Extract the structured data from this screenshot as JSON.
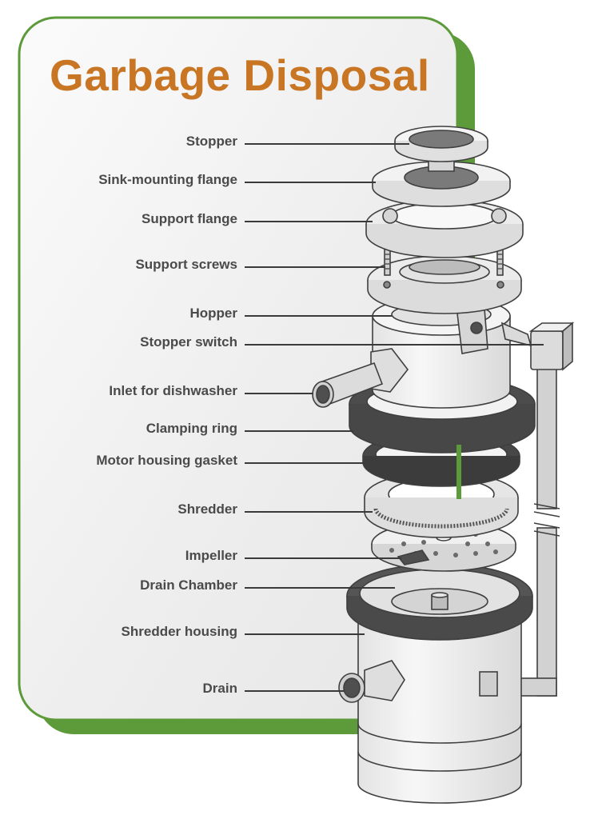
{
  "title": "Garbage Disposal",
  "labels": {
    "stopper": "Stopper",
    "sink_mounting_flange": "Sink-mounting flange",
    "support_flange": "Support flange",
    "support_screws": "Support screws",
    "hopper": "Hopper",
    "stopper_switch": "Stopper switch",
    "inlet_for_dishwasher": "Inlet for dishwasher",
    "clamping_ring": "Clamping ring",
    "motor_housing_gasket": "Motor housing gasket",
    "shredder": "Shredder",
    "impeller": "Impeller",
    "drain_chamber": "Drain Chamber",
    "shredder_housing": "Shredder housing",
    "drain": "Drain"
  },
  "colors": {
    "title": "#c87524",
    "accent_green": "#5c9a3a",
    "card_fill": "#f2f2f2",
    "text": "#4a4a4a",
    "part_light": "#ececec",
    "part_dark": "#4f4f4f"
  }
}
